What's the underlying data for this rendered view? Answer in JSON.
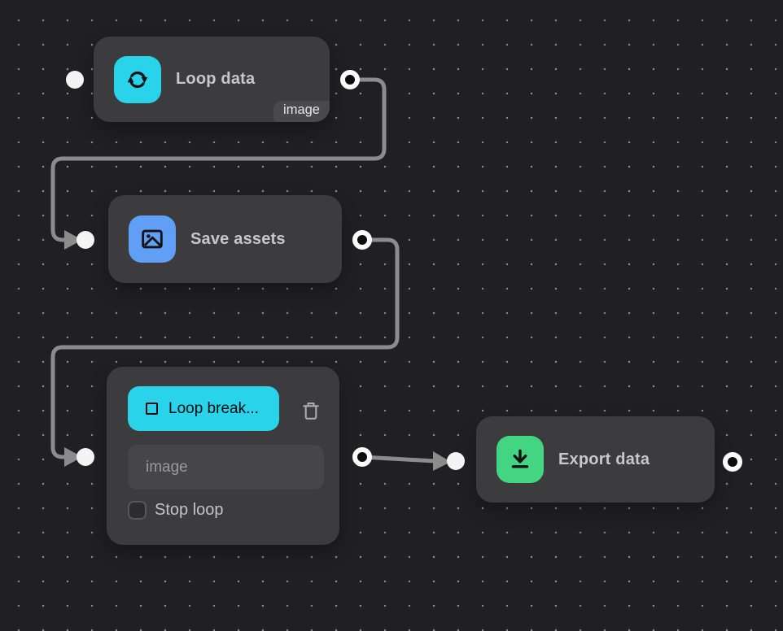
{
  "canvas": {
    "name": "workflow-editor"
  },
  "colors": {
    "canvas_bg": "#202023",
    "grid_dot": "#87878b",
    "node_bg": "#3c3c3e",
    "wire": "#8c8c8c",
    "accent_cyan": "#29d4ea",
    "accent_blue": "#609ff5",
    "accent_green": "#43d581",
    "badge_bg": "#49494b",
    "input_bg": "#464648"
  },
  "nodes": {
    "loop_data": {
      "label": "Loop data",
      "badge": "image",
      "icon": "loop-sync-icon"
    },
    "save_assets": {
      "label": "Save assets",
      "icon": "image-icon"
    },
    "loop_break": {
      "button_label": "Loop break...",
      "button_icon": "stop-square-icon",
      "delete_icon": "trash-icon",
      "input_value": "",
      "input_placeholder": "image",
      "checkbox_label": "Stop loop",
      "checkbox_checked": false
    },
    "export_data": {
      "label": "Export data",
      "icon": "download-icon"
    }
  },
  "connections": [
    {
      "from": "loop_data",
      "to": "save_assets"
    },
    {
      "from": "save_assets",
      "to": "loop_break"
    },
    {
      "from": "loop_break",
      "to": "export_data"
    }
  ]
}
